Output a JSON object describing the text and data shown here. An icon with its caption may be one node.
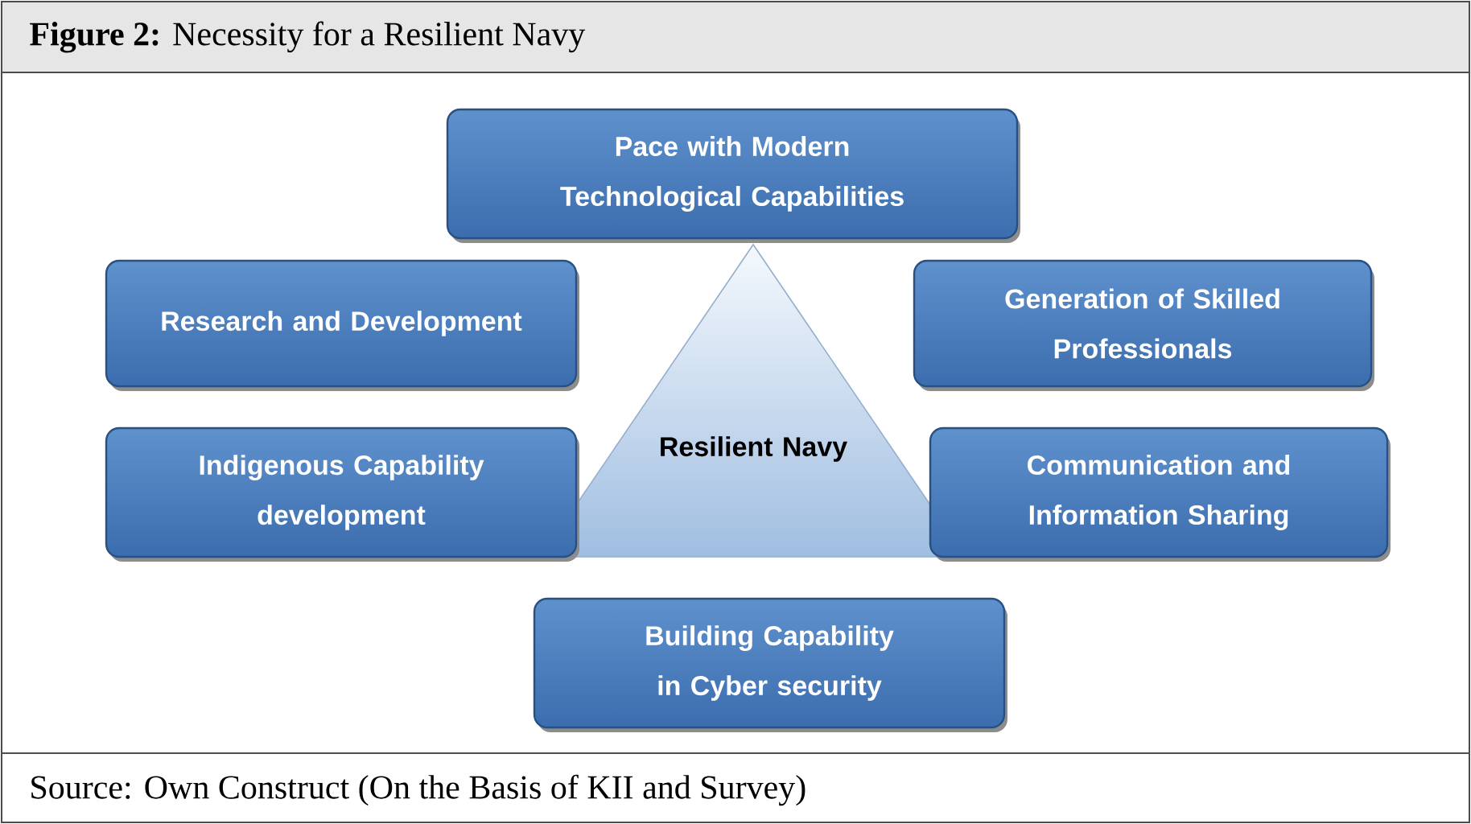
{
  "diagram": {
    "title": "**Figure 2:** Necessity for a Resilient Navy",
    "caption": "Source: Own Construct (On the Basis of KII and Survey)",
    "nodes": [
      {
        "text": [
          "Pace with Modern Technological Capabilities"
        ]
      },
      {
        "text": [
          "Research and Development"
        ]
      },
      {
        "text": [
          "Generation of Skilled Professionals"
        ]
      },
      {
        "text": [
          "Resilient Navy"
        ]
      },
      {
        "text": [
          "Indigenous Capability development"
        ]
      },
      {
        "text": [
          "Communication and Information Sharing"
        ]
      },
      {
        "text": [
          "Building Capability in Cyber security"
        ]
      }
    ]
  }
}
